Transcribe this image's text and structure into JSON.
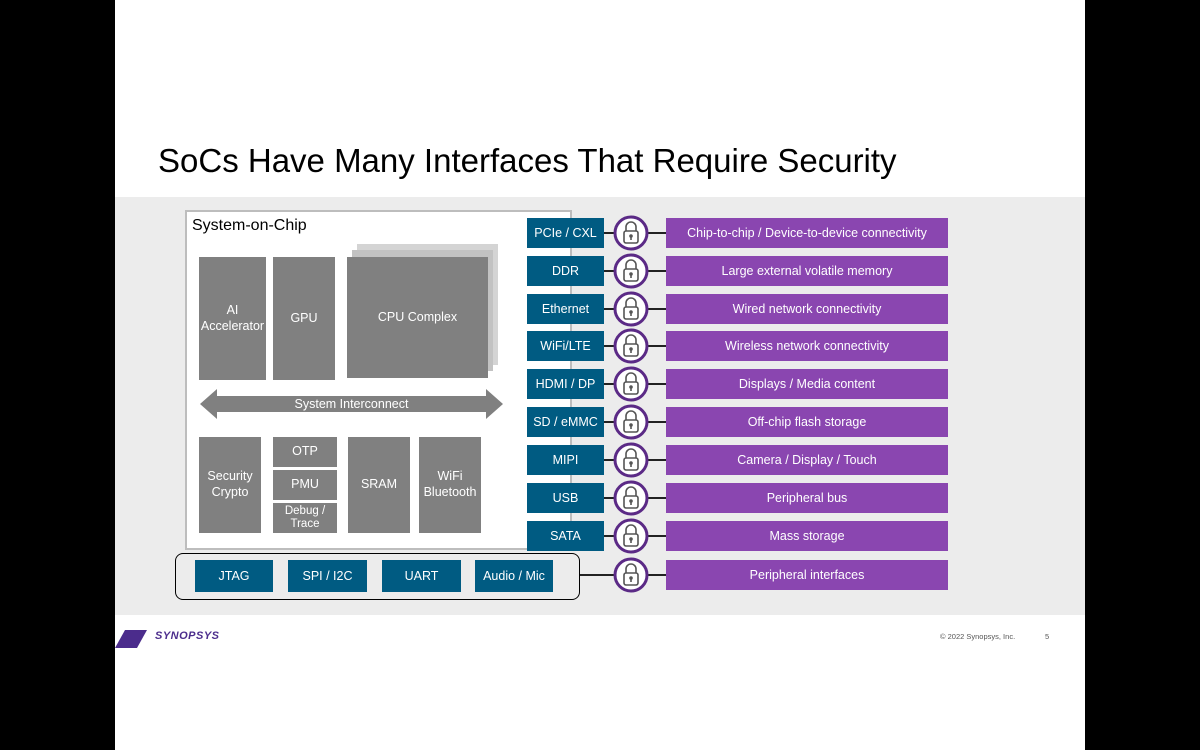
{
  "slide": {
    "title": "SoCs Have Many Interfaces That Require Security",
    "page_number": "5",
    "copyright": "© 2022 Synopsys, Inc.",
    "logo_text": "SYNOPSYS"
  },
  "chip": {
    "label": "System-on-Chip",
    "blocks": {
      "ai": "AI Accelerator",
      "gpu": "GPU",
      "cpu": "CPU Complex",
      "interconnect": "System Interconnect",
      "security": "Security Crypto",
      "otp": "OTP",
      "pmu": "PMU",
      "debug": "Debug / Trace",
      "sram": "SRAM",
      "wifi": "WiFi Bluetooth"
    }
  },
  "interfaces": [
    {
      "name": "PCIe / CXL",
      "description": "Chip-to-chip / Device-to-device connectivity"
    },
    {
      "name": "DDR",
      "description": "Large external volatile memory"
    },
    {
      "name": "Ethernet",
      "description": "Wired network connectivity"
    },
    {
      "name": "WiFi/LTE",
      "description": "Wireless network connectivity"
    },
    {
      "name": "HDMI / DP",
      "description": "Displays / Media content"
    },
    {
      "name": "SD / eMMC",
      "description": "Off-chip flash storage"
    },
    {
      "name": "MIPI",
      "description": "Camera / Display / Touch"
    },
    {
      "name": "USB",
      "description": "Peripheral bus"
    },
    {
      "name": "SATA",
      "description": "Mass storage"
    }
  ],
  "peripherals": {
    "items": [
      "JTAG",
      "SPI / I2C",
      "UART",
      "Audio / Mic"
    ],
    "description": "Peripheral interfaces"
  },
  "colors": {
    "interface_blue": "#005b82",
    "description_purple": "#8a46b0",
    "lock_ring": "#5b2a86",
    "block_gray": "#808080"
  }
}
